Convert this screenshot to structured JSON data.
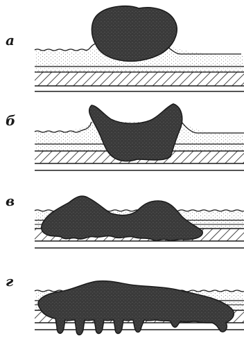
{
  "panels": [
    {
      "label": "а"
    },
    {
      "label": "б"
    },
    {
      "label": "в"
    },
    {
      "label": "г"
    }
  ],
  "colors": {
    "ink": "#1a1a1a",
    "body_fill": "#3a3a3a",
    "sand_dots": "#9a9a9a",
    "background": "#ffffff"
  }
}
